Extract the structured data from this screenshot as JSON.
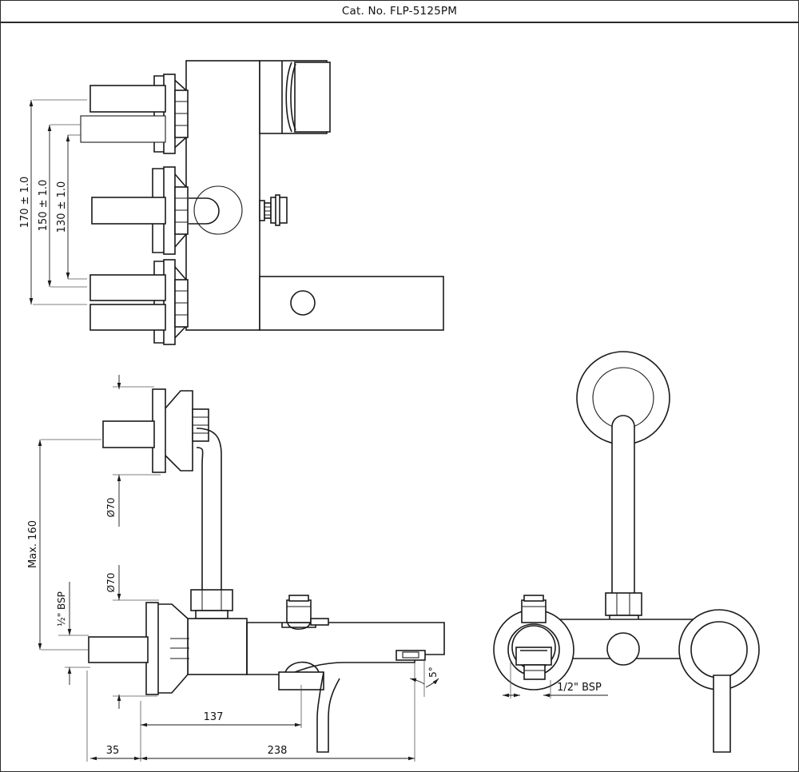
{
  "sheet": {
    "title": "Cat. No. FLP-5125PM",
    "line_color": "#1a1a1a",
    "border_color": "#2b2b2b",
    "background": "#ffffff"
  },
  "views": {
    "top": {
      "name": "top-view"
    },
    "side": {
      "name": "side-section-view"
    },
    "front": {
      "name": "front-elevation-view"
    }
  },
  "dimensions": {
    "top_view": [
      {
        "id": "d170",
        "label": "170 ± 1.0",
        "value": 170,
        "tol": 1.0,
        "orientation": "vertical"
      },
      {
        "id": "d150",
        "label": "150 ± 1.0",
        "value": 150,
        "tol": 1.0,
        "orientation": "vertical"
      },
      {
        "id": "d130",
        "label": "130 ± 1.0",
        "value": 130,
        "tol": 1.0,
        "orientation": "vertical"
      }
    ],
    "side_view": [
      {
        "id": "max160",
        "label": "Max. 160",
        "value": 160,
        "orientation": "vertical"
      },
      {
        "id": "bsp_side",
        "label": "½\" BSP",
        "orientation": "vertical"
      },
      {
        "id": "dia70_upper",
        "label": "Ø70",
        "value": 70,
        "orientation": "vertical"
      },
      {
        "id": "dia70_lower",
        "label": "Ø70",
        "value": 70,
        "orientation": "vertical"
      },
      {
        "id": "d137",
        "label": "137",
        "value": 137,
        "orientation": "horizontal"
      },
      {
        "id": "d35",
        "label": "35",
        "value": 35,
        "orientation": "horizontal"
      },
      {
        "id": "d238",
        "label": "238",
        "value": 238,
        "orientation": "horizontal"
      },
      {
        "id": "angle5",
        "label": "5°",
        "value": 5,
        "orientation": "angular"
      }
    ],
    "front_view": [
      {
        "id": "bsp_front",
        "label": "1/2\" BSP",
        "orientation": "horizontal"
      }
    ]
  }
}
